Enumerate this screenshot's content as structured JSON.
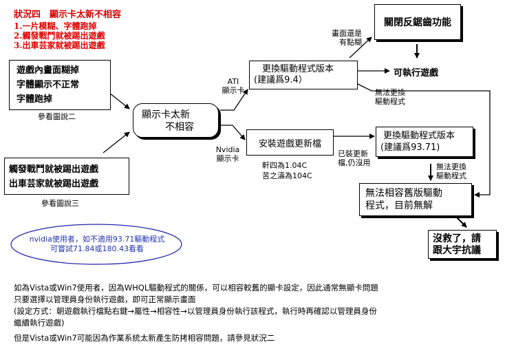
{
  "header": {
    "title": "狀況四　顯示卡太新不相容",
    "items": [
      "1.一片模糊、字體跑掉",
      "2.觸發戰鬥就被踢出遊戲",
      "3.出車芸家就被踢出遊戲"
    ]
  },
  "left_boxes": {
    "top": {
      "lines": [
        "遊戲內畫面糊掉",
        "字體顯示不正常",
        "字體跑掉"
      ],
      "caption": "參看圖說二"
    },
    "bottom": {
      "lines": [
        "觸發戰鬥就被踢出遊戲",
        "出車芸家就被踢出遊戲"
      ],
      "caption": "參看圖說三"
    }
  },
  "center_box": {
    "line1": "顯示卡太新",
    "line2": "不相容"
  },
  "labels": {
    "ati": "ATI",
    "ati_sub": "顯示卡",
    "nvidia": "Nvidia",
    "nvidia_sub": "顯示卡",
    "blurry1": "畫面還是",
    "blurry2": "有點糊",
    "cant_update_a1": "無法更換",
    "cant_update_a2": "驅動程式",
    "installed1": "已裝更新",
    "installed2": "檔,仍沒用",
    "cant_update_b1": "無法更換",
    "cant_update_b2": "驅動程式",
    "version_note1": "軒四為1.04C",
    "version_note2": "苦之濤為104C"
  },
  "nodes": {
    "disable_aa": "關閉反鋸齒功能",
    "update_ati": {
      "line1": "更換驅動程式版本",
      "line2": "(建議爲9.4）"
    },
    "playable": "可執行遊戲",
    "install_patch": "安裝遊戲更新檔",
    "update_nvidia": {
      "line1": "更換驅動程式版本",
      "line2": "(建議爲93.71)"
    },
    "no_solution": {
      "line1": "無法相容舊版驅動",
      "line2": "程式，目前無解"
    },
    "give_up": {
      "line1": "沒救了，請",
      "line2": "跟大宇抗議"
    }
  },
  "ellipse_note": {
    "line1": "nvidia使用者，如不適用93.71驅動程式",
    "line2": "可嘗試71.84或180.43看看"
  },
  "footer": {
    "p1": "如為Vista或Win7使用者，因為WHQL驅動程式的關係，可以相容較舊的顯卡設定，因此通常無顯卡問題",
    "p2": "只要選擇以管理員身份執行遊戲，即可正常顯示畫面",
    "p3": "(設定方式：朝遊戲執行檔點右鍵→屬性→相容性→以管理員身份執行該程式，執行時再確認以管理員身份",
    "p4": "繼續執行遊戲)",
    "p5": "但是Vista或Win7可能因為作業系統太新產生防拷相容問題，請參見狀況二"
  }
}
